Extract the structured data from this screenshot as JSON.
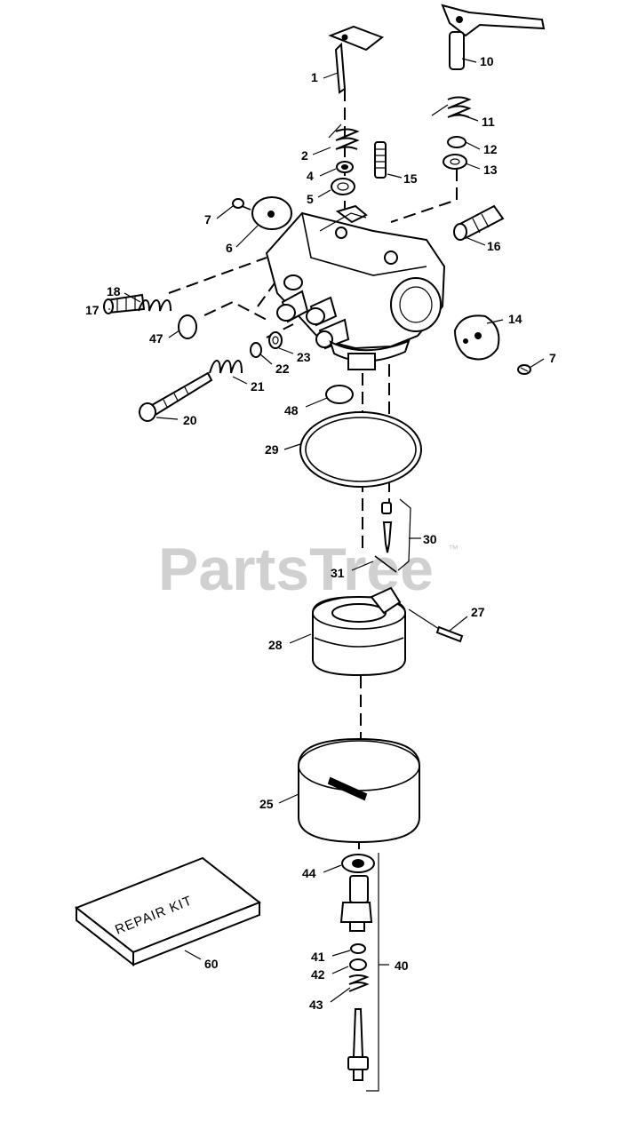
{
  "watermark": {
    "text": "PartsTree",
    "trademark": "™"
  },
  "repair_kit": {
    "label": "REPAIR KIT",
    "number": "60"
  },
  "callouts": [
    {
      "id": "c1",
      "label": "1"
    },
    {
      "id": "c2",
      "label": "2"
    },
    {
      "id": "c4",
      "label": "4"
    },
    {
      "id": "c5",
      "label": "5"
    },
    {
      "id": "c7a",
      "label": "7"
    },
    {
      "id": "c6",
      "label": "6"
    },
    {
      "id": "c10",
      "label": "10"
    },
    {
      "id": "c11",
      "label": "11"
    },
    {
      "id": "c12",
      "label": "12"
    },
    {
      "id": "c13",
      "label": "13"
    },
    {
      "id": "c15",
      "label": "15"
    },
    {
      "id": "c16",
      "label": "16"
    },
    {
      "id": "c18",
      "label": "18"
    },
    {
      "id": "c17",
      "label": "17"
    },
    {
      "id": "c47",
      "label": "47"
    },
    {
      "id": "c14",
      "label": "14"
    },
    {
      "id": "c7b",
      "label": "7"
    },
    {
      "id": "c22",
      "label": "22"
    },
    {
      "id": "c23",
      "label": "23"
    },
    {
      "id": "c21",
      "label": "21"
    },
    {
      "id": "c20",
      "label": "20"
    },
    {
      "id": "c48",
      "label": "48"
    },
    {
      "id": "c29",
      "label": "29"
    },
    {
      "id": "c30",
      "label": "30"
    },
    {
      "id": "c31",
      "label": "31"
    },
    {
      "id": "c27",
      "label": "27"
    },
    {
      "id": "c28",
      "label": "28"
    },
    {
      "id": "c25",
      "label": "25"
    },
    {
      "id": "c44",
      "label": "44"
    },
    {
      "id": "c41",
      "label": "41"
    },
    {
      "id": "c42",
      "label": "42"
    },
    {
      "id": "c40",
      "label": "40"
    },
    {
      "id": "c43",
      "label": "43"
    }
  ]
}
